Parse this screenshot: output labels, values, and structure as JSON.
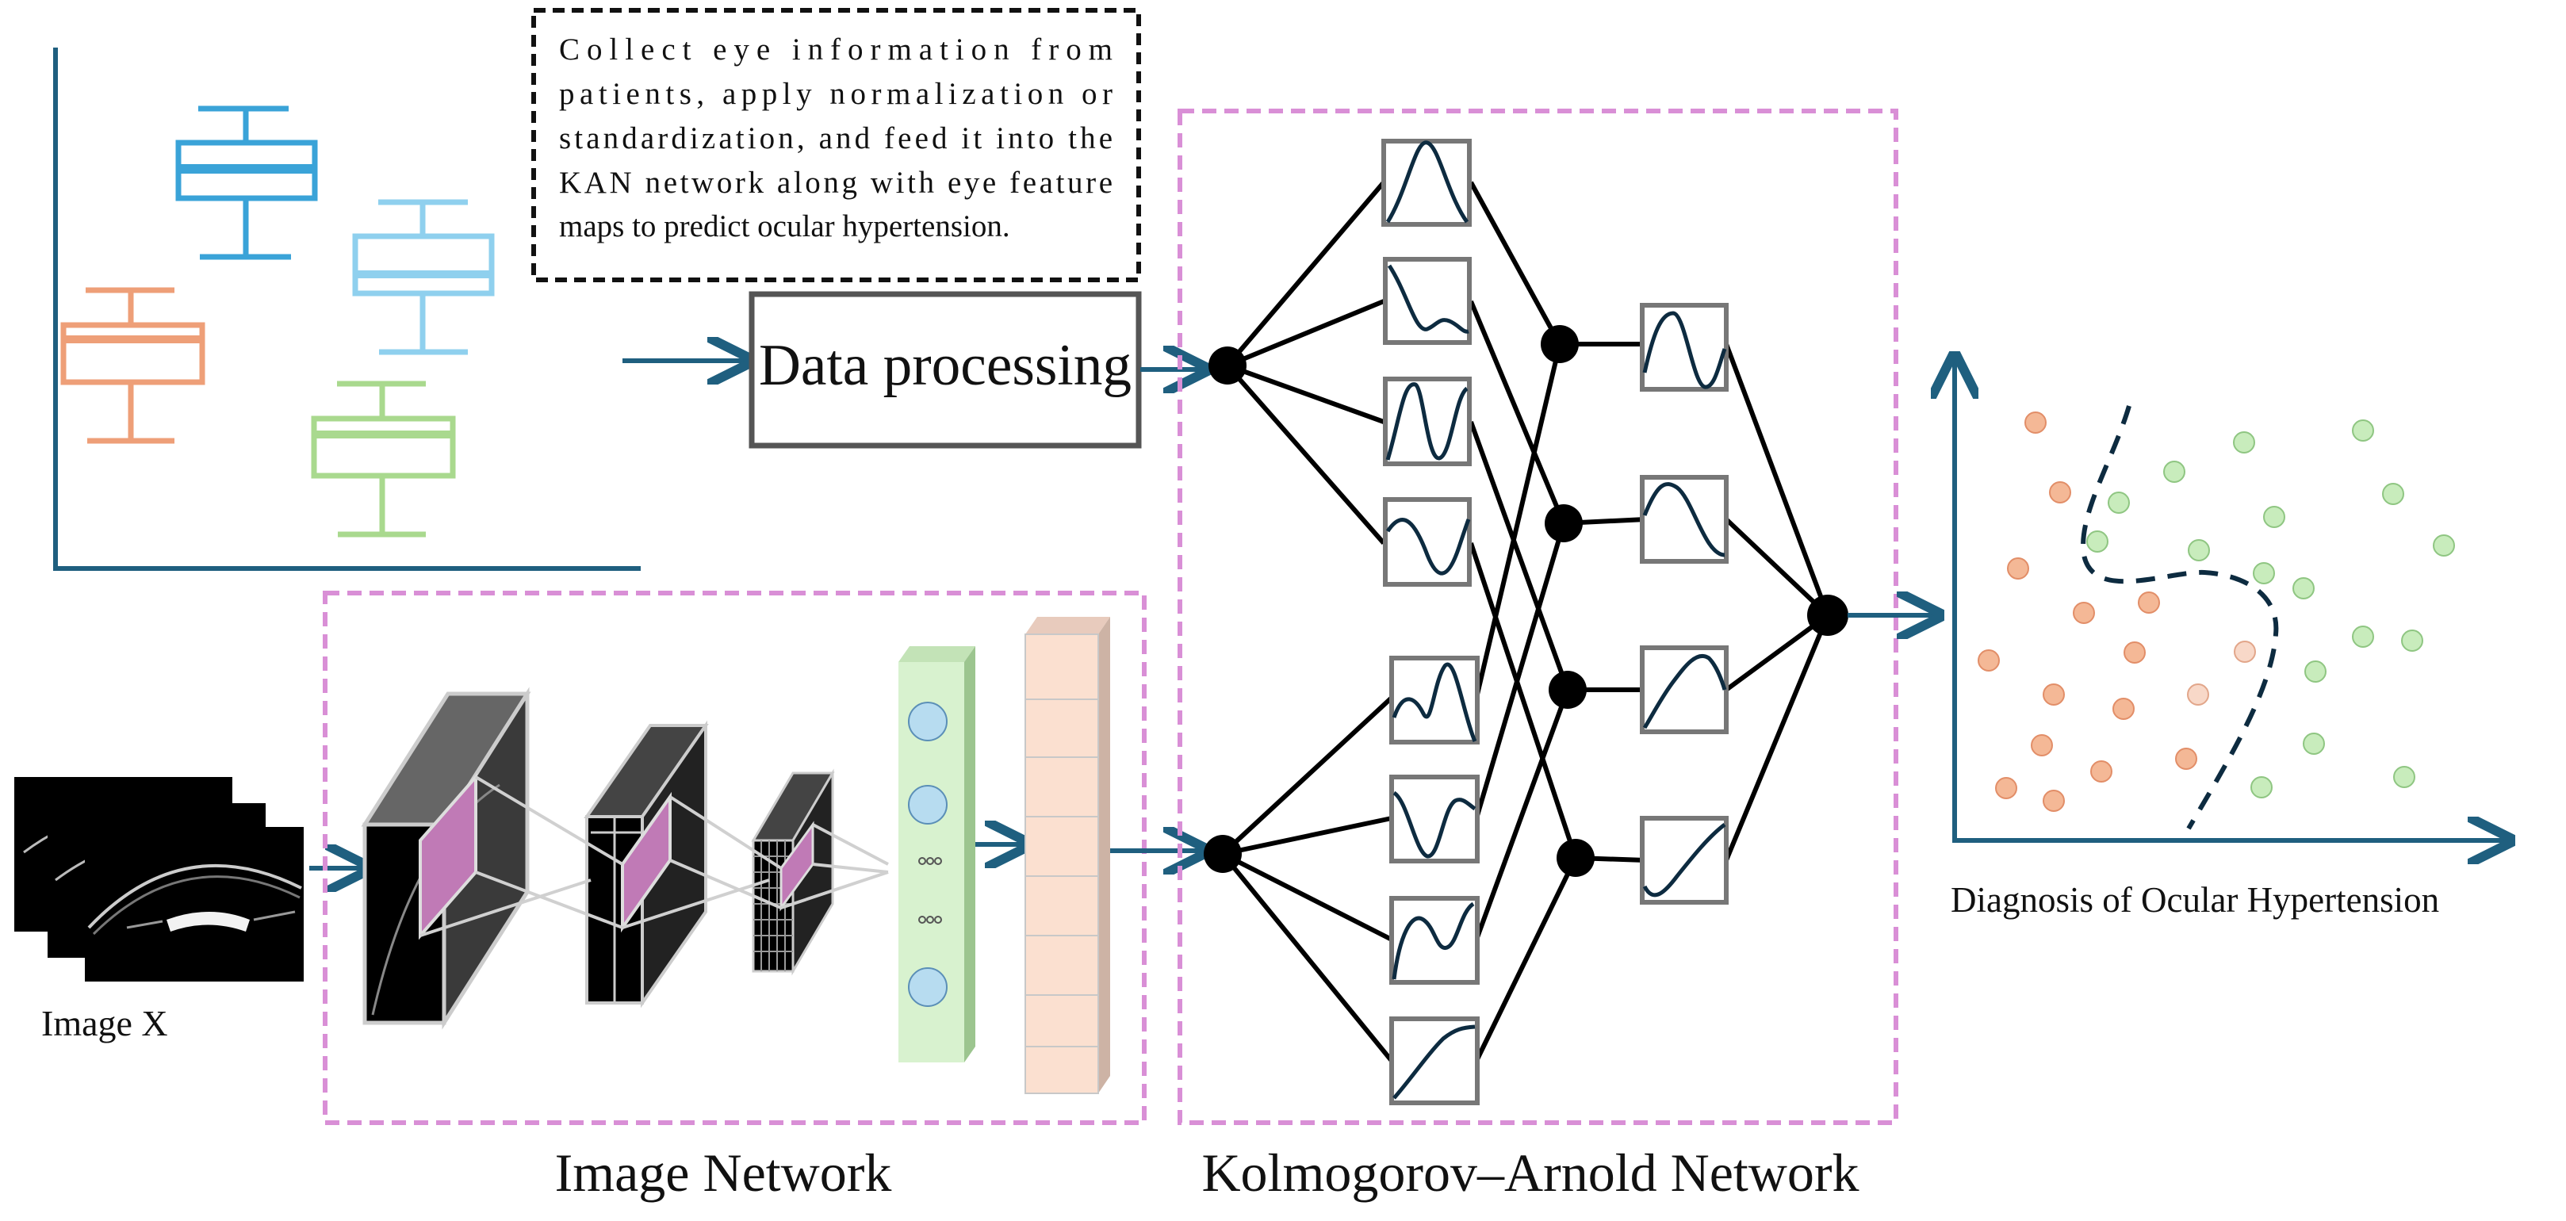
{
  "note_text_lines": [
    "Collect eye information from",
    "patients, apply normalization or",
    "standardization, and feed it into the",
    "KAN network along with eye feature",
    "maps to predict ocular hypertension."
  ],
  "data_processing_label": "Data processing",
  "image_x_label": "Image X",
  "image_network_label": "Image Network",
  "kan_label": "Kolmogorov–Arnold Network",
  "diagnosis_label": "Diagnosis of Ocular Hypertension",
  "colors": {
    "arrow": "#1f5f7f",
    "dash_box": "#d98fd6",
    "box_blue": "#3aa3d8",
    "box_lightblue": "#8fd0ee",
    "box_orange": "#ee9f78",
    "box_green": "#a9d98e",
    "dot_orange": "#f4b896",
    "dot_green": "#c8ecbc",
    "feature_pink": "#c07ab6",
    "fc_green": "#d8f2cf",
    "fc_peach": "#fbe0d0"
  }
}
